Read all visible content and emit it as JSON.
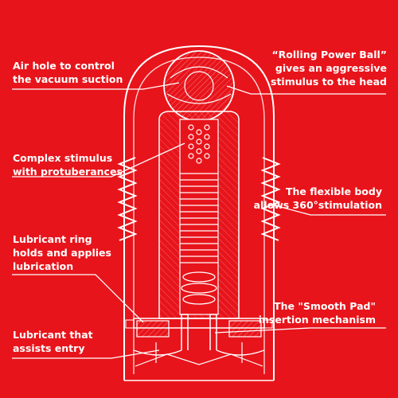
{
  "labels": {
    "air_hole": [
      "Air hole to control",
      "the vacuum suction"
    ],
    "power_ball": [
      "“Rolling Power Ball”",
      "gives an aggressive",
      "stimulus to the head"
    ],
    "stimulus": [
      "Complex stimulus",
      "with protuberances."
    ],
    "flexible": [
      "The flexible body",
      "allows 360°stimulation"
    ],
    "lubricant_ring": [
      "Lubricant ring",
      "holds and applies",
      "lubrication"
    ],
    "smooth_pad": [
      "The \"Smooth Pad\"",
      "insertion mechanism"
    ],
    "lubricant_entry": [
      "Lubricant that",
      "assists entry"
    ]
  },
  "colors": {
    "background": "#e8141b",
    "line": "#ffffff"
  }
}
